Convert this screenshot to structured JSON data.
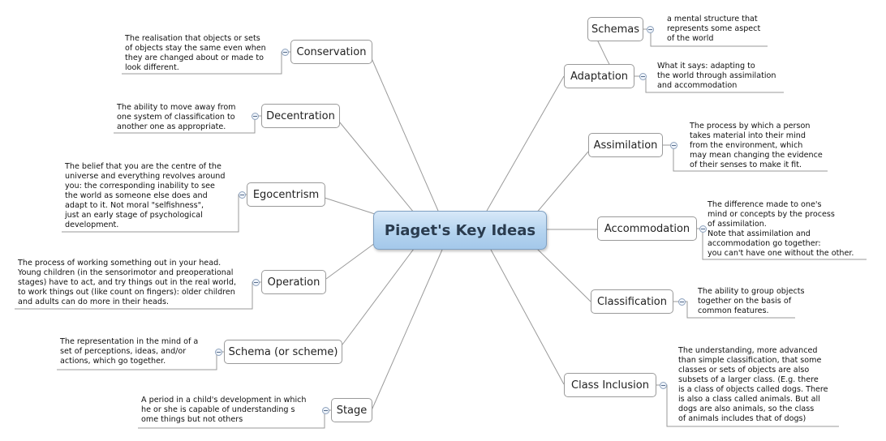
{
  "central": {
    "label": "Piaget's Key Ideas"
  },
  "topics": {
    "conservation": {
      "label": "Conservation",
      "note": "The realisation that objects or sets\nof objects stay the same even when\nthey are changed about or made to\nlook different."
    },
    "decentration": {
      "label": "Decentration",
      "note": "The ability to move away from\none system of classification to\nanother one as appropriate."
    },
    "egocentrism": {
      "label": "Egocentrism",
      "note": "The belief that you are the centre of the\nuniverse and everything revolves around\nyou: the corresponding inability to see\nthe world as someone else does and\nadapt to it. Not moral \"selfishness\",\njust an early stage of psychological\ndevelopment."
    },
    "operation": {
      "label": "Operation",
      "note": "The process of working something out in your head.\nYoung children (in the sensorimotor and preoperational\nstages) have to act, and try things out in the real world,\nto work things out (like count on fingers): older children\nand adults can do more in their heads."
    },
    "schema_scheme": {
      "label": "Schema (or scheme)",
      "note": "The representation in the mind of a\nset of perceptions, ideas, and/or\nactions, which go together."
    },
    "stage": {
      "label": "Stage",
      "note": "A period in a child's development in which\nhe or she is capable of understanding s\nome things but not others"
    },
    "schemas": {
      "label": "Schemas",
      "note": "a mental structure that\nrepresents some aspect\nof the world"
    },
    "adaptation": {
      "label": "Adaptation",
      "note": "What it says: adapting to\nthe world through assimilation\nand accommodation"
    },
    "assimilation": {
      "label": "Assimilation",
      "note": "The process by which a person\ntakes material into their mind\nfrom the environment, which\nmay mean changing the evidence\nof their senses to make it fit."
    },
    "accommodation": {
      "label": "Accommodation",
      "note": "The difference made to one's\nmind or concepts by the process\nof assimilation.\nNote that assimilation and\naccommodation go together:\nyou can't have one without the other."
    },
    "classification": {
      "label": "Classification",
      "note": "The ability to group objects\ntogether on the basis of\ncommon features."
    },
    "class_inclusion": {
      "label": "Class Inclusion",
      "note": "The understanding, more advanced\nthan simple classification, that some\nclasses or sets of objects are also\nsubsets of a larger class. (E.g. there\nis a class of objects called dogs. There\nis also a class called animals. But all\ndogs are also animals, so the class\nof animals includes that of dogs)"
    }
  }
}
